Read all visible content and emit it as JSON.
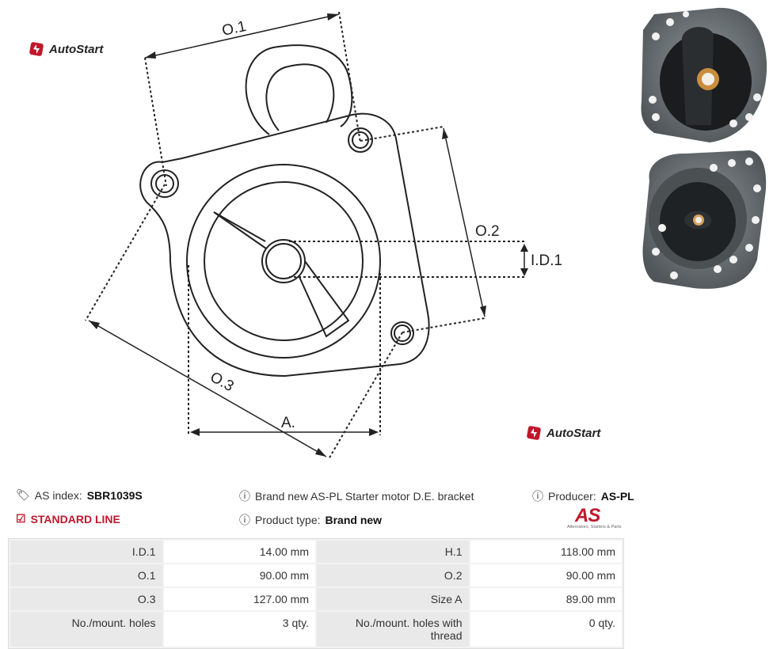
{
  "brand_logo": {
    "text": "AutoStart"
  },
  "drawing_labels": {
    "o1": "O.1",
    "o2": "O.2",
    "o3": "O.3",
    "id1": "I.D.1",
    "a": "A."
  },
  "product": {
    "as_index_label": "AS index:",
    "as_index_value": "SBR1039S",
    "line": "STANDARD LINE",
    "description": "Brand new AS-PL Starter motor D.E. bracket",
    "type_label": "Product type:",
    "type_value": "Brand new",
    "producer_label": "Producer:",
    "producer_value": "AS-PL"
  },
  "as_logo": {
    "mark": "AS",
    "tagline": "Alternators, Starters & Parts"
  },
  "specs": [
    {
      "k1": "I.D.1",
      "v1": "14.00 mm",
      "k2": "H.1",
      "v2": "118.00 mm"
    },
    {
      "k1": "O.1",
      "v1": "90.00 mm",
      "k2": "O.2",
      "v2": "90.00 mm"
    },
    {
      "k1": "O.3",
      "v1": "127.00  mm",
      "k2": "Size A",
      "v2": "89.00 mm"
    },
    {
      "k1": "No./mount. holes",
      "v1": "3 qty.",
      "k2": "No./mount. holes with thread",
      "v2": "0 qty."
    }
  ],
  "colors": {
    "accent": "#c0172b"
  }
}
